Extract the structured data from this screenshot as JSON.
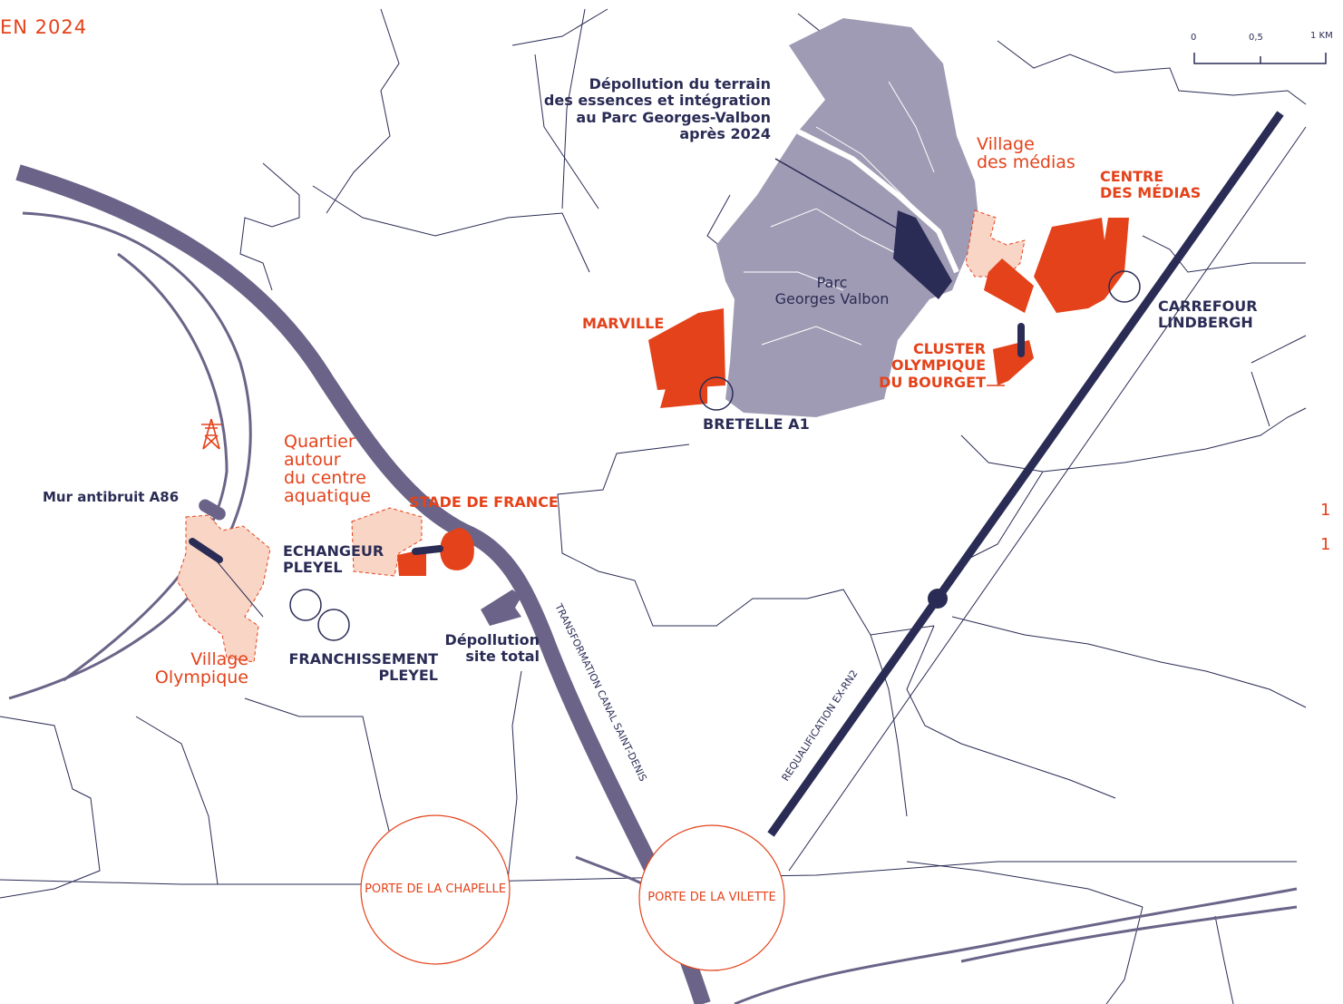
{
  "title": "EN 2024",
  "scale": {
    "t0": "0",
    "t1": "0,5",
    "t2": "1 KM"
  },
  "colors": {
    "navy": "#2a2c55",
    "orange": "#e4421a",
    "peach": "#f9d5c6",
    "park": "#a09bb4",
    "river": "#6b6488"
  },
  "icons": {
    "pylon": "power-pylon-icon"
  },
  "labels": {
    "depollution_terrain": [
      "Dépollution du terrain",
      "des essences et intégration",
      "au Parc Georges-Valbon",
      "après 2024"
    ],
    "village_medias": [
      "Village",
      "des médias"
    ],
    "centre_medias": [
      "CENTRE",
      "DES MÉDIAS"
    ],
    "parc": [
      "Parc",
      "Georges Valbon"
    ],
    "carrefour": [
      "CARREFOUR",
      "LINDBERGH"
    ],
    "marville": "MARVILLE",
    "cluster": [
      "CLUSTER",
      "OLYMPIQUE",
      "DU BOURGET"
    ],
    "bretelle": "BRETELLE A1",
    "quartier": [
      "Quartier",
      "autour",
      "du centre",
      "aquatique"
    ],
    "stade": "STADE DE FRANCE",
    "mur": "Mur antibruit A86",
    "echangeur": [
      "ECHANGEUR",
      "PLEYEL"
    ],
    "franchissement": [
      "FRANCHISSEMENT",
      "PLEYEL"
    ],
    "depollution_site": [
      "Dépollution",
      "site total"
    ],
    "village_olympique": [
      "Village",
      "Olympique"
    ],
    "canal": "TRANSFORMATION CANAL SAINT-DENIS",
    "rn2": "REQUALIFICATION EX-RN2",
    "chapelle": "PORTE DE LA CHAPELLE",
    "vilette": "PORTE DE LA VILETTE",
    "edge1": "1",
    "edge2": "1"
  }
}
